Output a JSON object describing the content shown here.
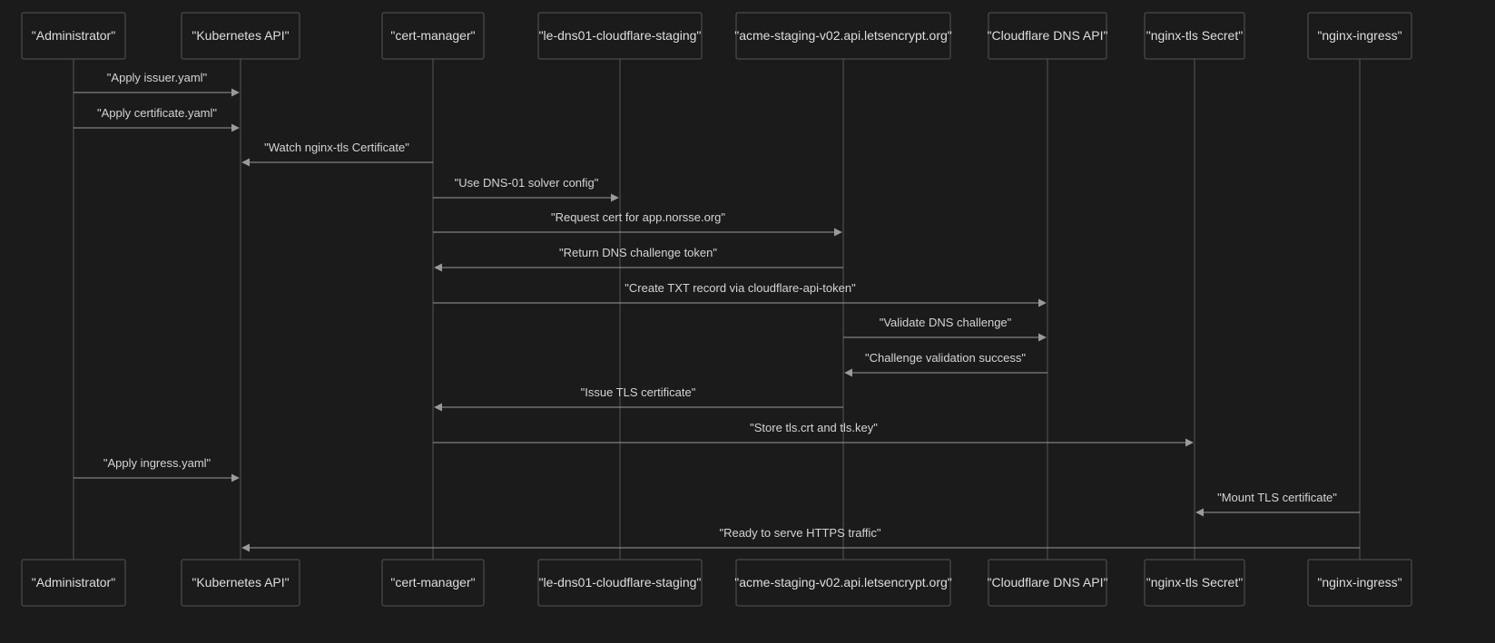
{
  "colors": {
    "background": "#1b1b1b",
    "actor_border": "#555555",
    "actor_text": "#dedede",
    "lifeline": "#555555",
    "arrow": "#9a9a9a",
    "message_text": "#d4d4d4"
  },
  "participants": [
    {
      "id": "administrator",
      "label": "\"Administrator\""
    },
    {
      "id": "kubernetes-api",
      "label": "\"Kubernetes API\""
    },
    {
      "id": "cert-manager",
      "label": "\"cert-manager\""
    },
    {
      "id": "le-dns01-cloudflare-staging",
      "label": "\"le-dns01-cloudflare-staging\""
    },
    {
      "id": "acme-staging",
      "label": "\"acme-staging-v02.api.letsencrypt.org\""
    },
    {
      "id": "cloudflare-dns-api",
      "label": "\"Cloudflare DNS API\""
    },
    {
      "id": "nginx-tls-secret",
      "label": "\"nginx-tls Secret\""
    },
    {
      "id": "nginx-ingress",
      "label": "\"nginx-ingress\""
    }
  ],
  "messages": [
    {
      "from": 0,
      "to": 1,
      "label": "\"Apply issuer.yaml\""
    },
    {
      "from": 0,
      "to": 1,
      "label": "\"Apply certificate.yaml\""
    },
    {
      "from": 2,
      "to": 1,
      "label": "\"Watch nginx-tls Certificate\""
    },
    {
      "from": 2,
      "to": 3,
      "label": "\"Use DNS-01 solver config\""
    },
    {
      "from": 2,
      "to": 4,
      "label": "\"Request cert for app.norsse.org\""
    },
    {
      "from": 4,
      "to": 2,
      "label": "\"Return DNS challenge token\""
    },
    {
      "from": 2,
      "to": 5,
      "label": "\"Create TXT record via cloudflare-api-token\""
    },
    {
      "from": 4,
      "to": 5,
      "label": "\"Validate DNS challenge\""
    },
    {
      "from": 5,
      "to": 4,
      "label": "\"Challenge validation success\""
    },
    {
      "from": 4,
      "to": 2,
      "label": "\"Issue TLS certificate\""
    },
    {
      "from": 2,
      "to": 6,
      "label": "\"Store tls.crt and tls.key\""
    },
    {
      "from": 0,
      "to": 1,
      "label": "\"Apply ingress.yaml\""
    },
    {
      "from": 7,
      "to": 6,
      "label": "\"Mount TLS certificate\""
    },
    {
      "from": 7,
      "to": 1,
      "label": "\"Ready to serve HTTPS traffic\""
    }
  ]
}
